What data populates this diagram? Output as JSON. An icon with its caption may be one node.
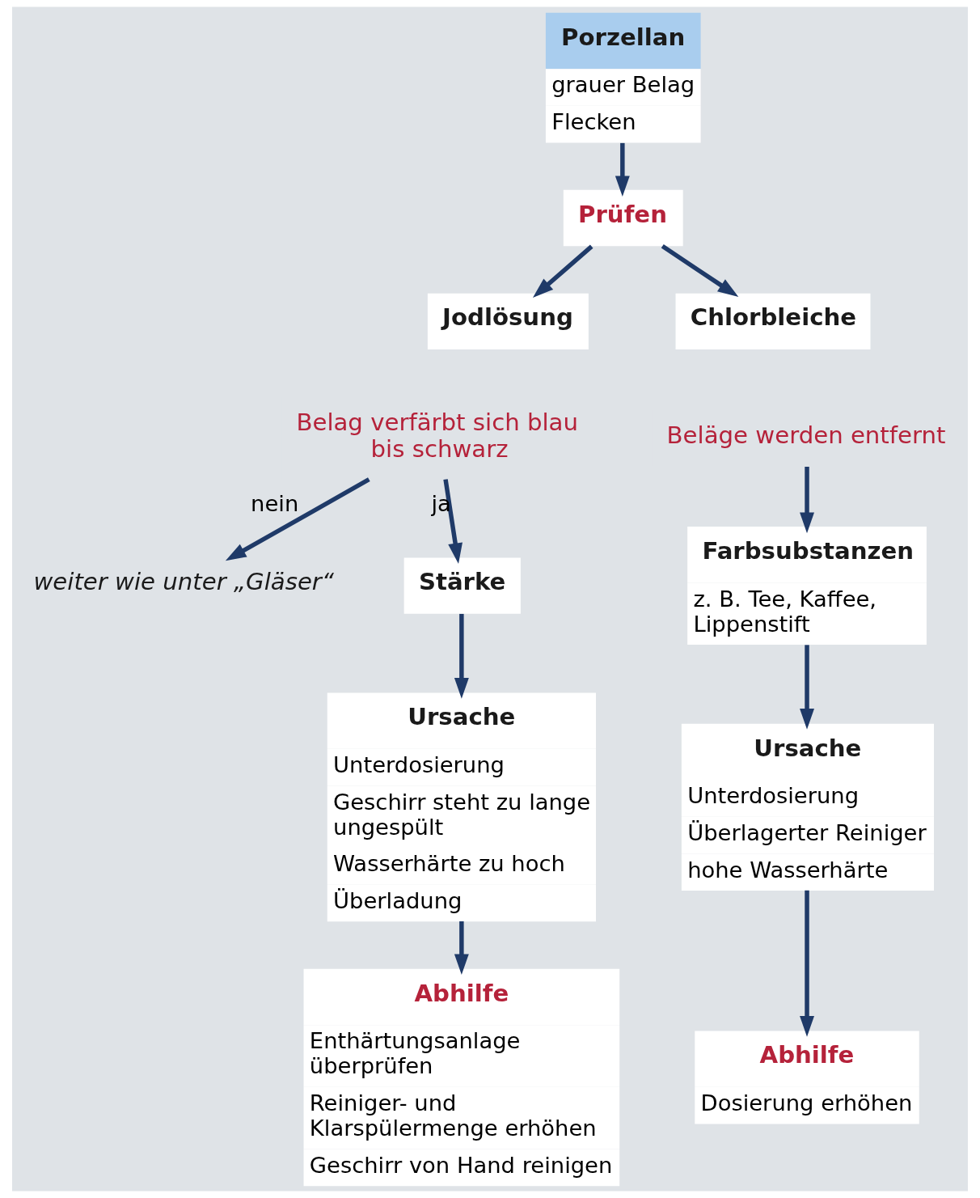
{
  "diagram": {
    "nodes": [
      {
        "text": [
          "Porzellan",
          "grauer Belag",
          "Flecken"
        ]
      },
      {
        "text": [
          "Prüfen"
        ]
      },
      {
        "text": [
          "Jodlösung"
        ]
      },
      {
        "text": [
          "Chlorbleiche"
        ]
      },
      {
        "text": [
          "Belag verfärbt sich blau bis schwarz"
        ]
      },
      {
        "text": [
          "Beläge werden entfernt"
        ]
      },
      {
        "text": [
          "weiter wie unter „Gläser“"
        ]
      },
      {
        "text": [
          "Stärke"
        ]
      },
      {
        "text": [
          "Ursache",
          "Unterdosierung",
          "Geschirr steht zu lange ungespült",
          "Wasserhärte zu hoch",
          "Überladung"
        ]
      },
      {
        "text": [
          "Abhilfe",
          "Enthärtungsanlage überprüfen",
          "Reiniger- und Klarspülermenge erhöhen",
          "Geschirr von Hand reinigen"
        ]
      },
      {
        "text": [
          "Farbsubstanzen",
          "z. B. Tee, Kaffee, Lippenstift"
        ]
      },
      {
        "text": [
          "Ursache",
          "Unterdosierung",
          "Überlagerter Reiniger",
          "hohe Wasserhärte"
        ]
      },
      {
        "text": [
          "Abhilfe",
          "Dosierung erhöhen"
        ]
      }
    ],
    "edges": [
      {
        "from": 0,
        "to": 1,
        "arrow": "to"
      },
      {
        "from": 1,
        "to": 2,
        "arrow": "to"
      },
      {
        "from": 1,
        "to": 3,
        "arrow": "to"
      },
      {
        "from": 4,
        "to": 6,
        "arrow": "to",
        "label": "nein"
      },
      {
        "from": 4,
        "to": 7,
        "arrow": "to",
        "label": "ja"
      },
      {
        "from": 5,
        "to": 10,
        "arrow": "to"
      },
      {
        "from": 7,
        "to": 8,
        "arrow": "to"
      },
      {
        "from": 8,
        "to": 9,
        "arrow": "to"
      },
      {
        "from": 10,
        "to": 11,
        "arrow": "to"
      },
      {
        "from": 11,
        "to": 12,
        "arrow": "to"
      }
    ]
  }
}
